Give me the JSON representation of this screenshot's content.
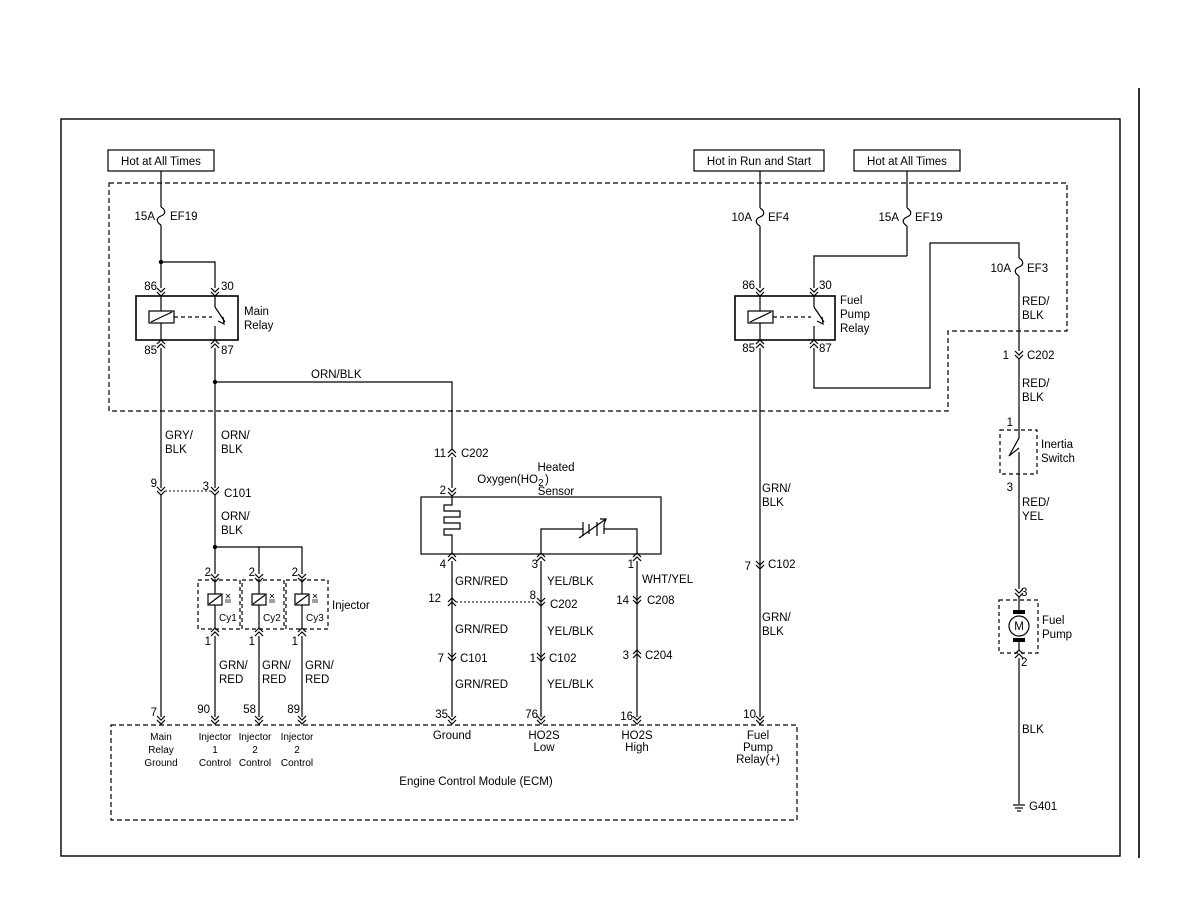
{
  "sources": {
    "left_hot": "Hot at All Times",
    "run_start": "Hot in Run and Start",
    "right_hot": "Hot at All Times"
  },
  "fuses": {
    "ef19_left": {
      "rating": "15A",
      "name": "EF19"
    },
    "ef4": {
      "rating": "10A",
      "name": "EF4"
    },
    "ef19_right": {
      "rating": "15A",
      "name": "EF19"
    },
    "ef3": {
      "rating": "10A",
      "name": "EF3"
    }
  },
  "main_relay": {
    "label_1": "Main",
    "label_2": "Relay",
    "pin86": "86",
    "pin30": "30",
    "pin85": "85",
    "pin87": "87"
  },
  "fuel_pump_relay": {
    "label_1": "Fuel",
    "label_2": "Pump",
    "label_3": "Relay",
    "pin86": "86",
    "pin30": "30",
    "pin85": "85",
    "pin87": "87"
  },
  "wires": {
    "orn_blk_top": "ORN/BLK",
    "gry_blk_1": "GRY/",
    "gry_blk_2": "BLK",
    "orn_blk_a1": "ORN/",
    "orn_blk_a2": "BLK",
    "orn_blk_b1": "ORN/",
    "orn_blk_b2": "BLK",
    "grn_red_1a": "GRN/",
    "grn_red_1b": "RED",
    "grn_red_2a": "GRN/",
    "grn_red_2b": "RED",
    "grn_red_3a": "GRN/",
    "grn_red_3b": "RED",
    "grn_red_s1": "GRN/RED",
    "grn_red_s2": "GRN/RED",
    "grn_red_s3": "GRN/RED",
    "yel_blk_1": "YEL/BLK",
    "yel_blk_2": "YEL/BLK",
    "yel_blk_3": "YEL/BLK",
    "wht_yel": "WHT/YEL",
    "grn_blk_a1": "GRN/",
    "grn_blk_a2": "BLK",
    "grn_blk_b1": "GRN/",
    "grn_blk_b2": "BLK",
    "red_blk_a1": "RED/",
    "red_blk_a2": "BLK",
    "red_blk_b1": "RED/",
    "red_blk_b2": "BLK",
    "red_yel_1": "RED/",
    "red_yel_2": "YEL",
    "blk": "BLK"
  },
  "connectors": {
    "c101_top": {
      "pin_a": "9",
      "pin_b": "3",
      "name": "C101"
    },
    "c202_sensor": {
      "pin": "11",
      "name": "C202"
    },
    "c202_ef3": {
      "pin": "1",
      "name": "C202"
    },
    "c102_pump": {
      "pin": "7",
      "name": "C102"
    },
    "c202_mid": {
      "pin_a": "12",
      "pin_b": "8",
      "name": "C202"
    },
    "c208": {
      "pin": "14",
      "name": "C208"
    },
    "c101_bot": {
      "pin": "7",
      "name": "C101"
    },
    "c102_mid": {
      "pin": "1",
      "name": "C102"
    },
    "c204": {
      "pin": "3",
      "name": "C204"
    }
  },
  "sensor": {
    "label_1": "Heated",
    "label_2": "Oxygen(HO",
    "label_sub": "2",
    "label_close": ")",
    "label_3": "Sensor",
    "pin2": "2",
    "pin4": "4",
    "pin3": "3",
    "pin1": "1"
  },
  "injector": {
    "label": "Injector",
    "cy1": "Cy1",
    "cy2": "Cy2",
    "cy3": "Cy3",
    "top_pin": "2",
    "bottom_pin": "1"
  },
  "inertia_switch": {
    "label_1": "Inertia",
    "label_2": "Switch",
    "pin_top": "1",
    "pin_bottom": "3"
  },
  "fuel_pump": {
    "label_1": "Fuel",
    "label_2": "Pump",
    "motor": "M",
    "pin_top": "3",
    "pin_bottom": "2"
  },
  "ground": {
    "name": "G401"
  },
  "ecm": {
    "title": "Engine Control Module (ECM)",
    "pins": [
      {
        "num": "7",
        "lines": [
          "Main",
          "Relay",
          "Ground"
        ]
      },
      {
        "num": "90",
        "lines": [
          "Injector",
          "1",
          "Control"
        ]
      },
      {
        "num": "58",
        "lines": [
          "Injector",
          "2",
          "Control"
        ]
      },
      {
        "num": "89",
        "lines": [
          "Injector",
          "2",
          "Control"
        ]
      },
      {
        "num": "35",
        "lines": [
          "Ground"
        ]
      },
      {
        "num": "76",
        "lines": [
          "HO2S",
          "Low"
        ]
      },
      {
        "num": "16",
        "lines": [
          "HO2S",
          "High"
        ]
      },
      {
        "num": "10",
        "lines": [
          "Fuel",
          "Pump",
          "Relay(+)"
        ]
      }
    ]
  }
}
